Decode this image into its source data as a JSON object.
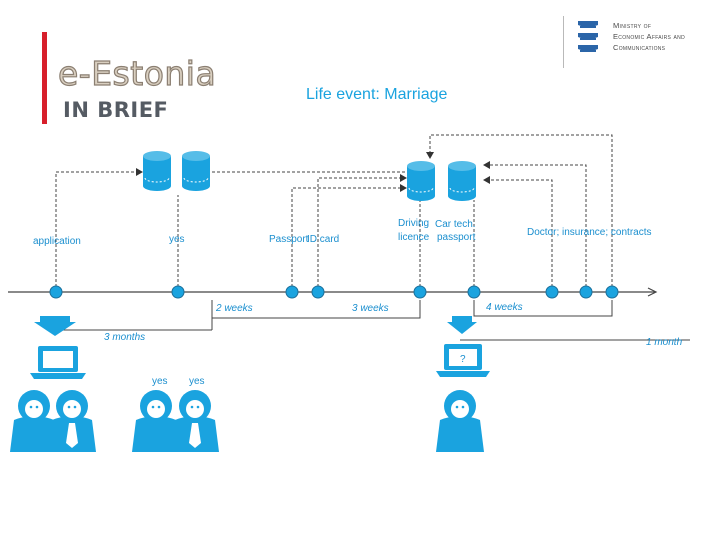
{
  "brand": {
    "logo": "e-Estonia",
    "subtitle": "IN BRIEF"
  },
  "ministry": {
    "line1": "Ministry of",
    "line2": "Economic Affairs and",
    "line3": "Communications"
  },
  "title": "Life event: Marriage",
  "labels": {
    "application": "application",
    "yes_top": "yes",
    "passport_id": "Passport",
    "id_card": "ID card",
    "driving_licence_1": "Driving",
    "driving_licence_2": "licence",
    "car_tech_1": "Car tech.",
    "car_tech_2": "passport",
    "doctor": "Doctor; insurance; contracts",
    "yes_bottom_1": "yes",
    "yes_bottom_2": "yes",
    "question": "?"
  },
  "durations": {
    "two_weeks": "2 weeks",
    "three_weeks": "3 weeks",
    "four_weeks": "4 weeks",
    "three_months": "3 months",
    "one_month": "1 month"
  },
  "colors": {
    "accent": "#1aa3df",
    "accent_dark": "#1b8fcf",
    "line": "#333333",
    "brand_red": "#d71f2b"
  },
  "icons": [
    "database-icon",
    "laptop-icon",
    "person-icon",
    "arrow-down-icon",
    "estonia-coat-of-arms-icon"
  ]
}
